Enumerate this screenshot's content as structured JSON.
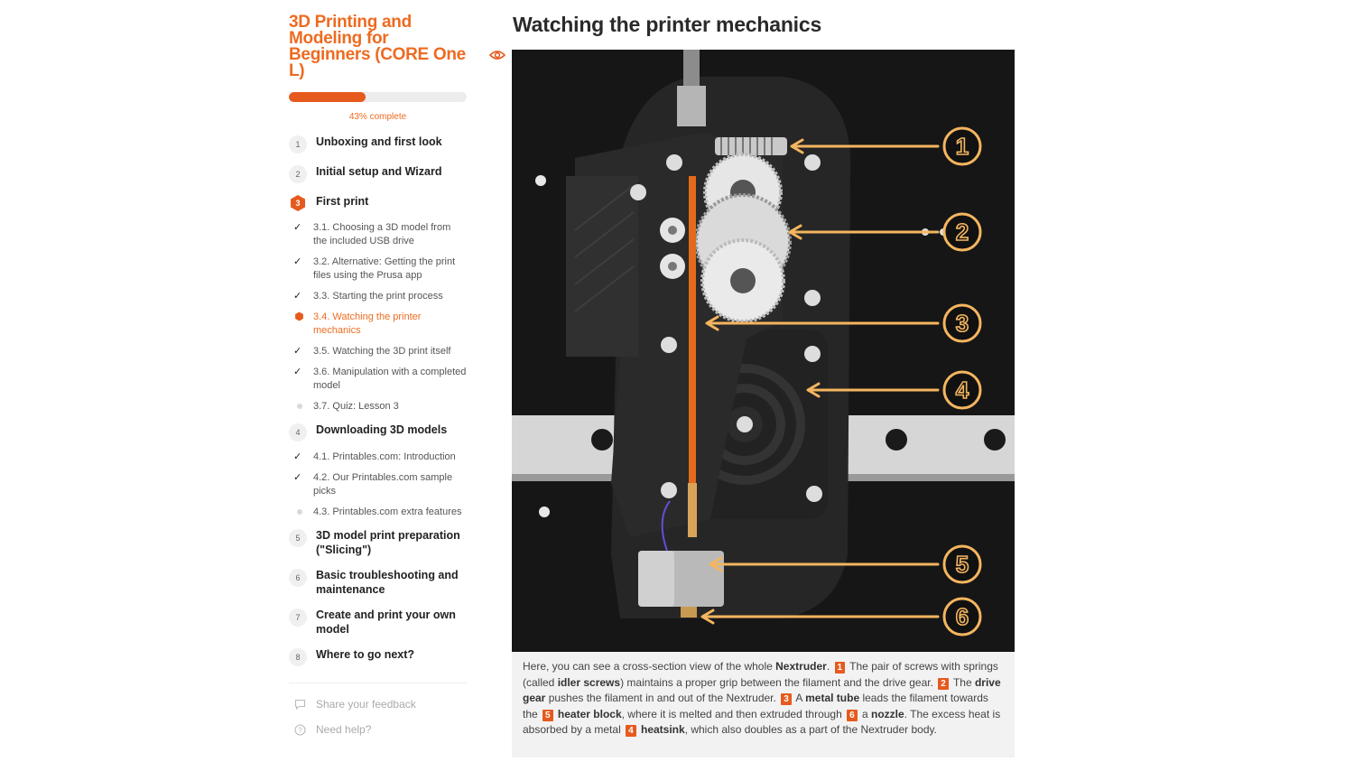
{
  "course": {
    "title": "3D Printing and Modeling for Beginners (CORE One L)",
    "progress_percent": 43,
    "progress_text": "43% complete"
  },
  "toc": {
    "lessons": [
      {
        "num": "1",
        "label": "Unboxing and first look"
      },
      {
        "num": "2",
        "label": "Initial setup and Wizard"
      },
      {
        "num": "3",
        "label": "First print",
        "active": true,
        "subs": [
          {
            "label": "3.1.   Choosing a 3D model from the included USB drive",
            "state": "done"
          },
          {
            "label": "3.2.   Alternative: Getting the print files using the Prusa app",
            "state": "done"
          },
          {
            "label": "3.3.   Starting the print process",
            "state": "done"
          },
          {
            "label": "3.4.   Watching the printer mechanics",
            "state": "current"
          },
          {
            "label": "3.5.   Watching the 3D print itself",
            "state": "done"
          },
          {
            "label": "3.6.   Manipulation with a completed model",
            "state": "done"
          },
          {
            "label": "3.7.   Quiz: Lesson 3",
            "state": "todo"
          }
        ]
      },
      {
        "num": "4",
        "label": "Downloading 3D models",
        "subs": [
          {
            "label": "4.1.   Printables.com: Introduction",
            "state": "done"
          },
          {
            "label": "4.2.   Our Printables.com sample picks",
            "state": "done"
          },
          {
            "label": "4.3.   Printables.com extra features",
            "state": "todo"
          }
        ]
      },
      {
        "num": "5",
        "label": "3D model print preparation (\"Slicing\")"
      },
      {
        "num": "6",
        "label": "Basic troubleshooting and maintenance"
      },
      {
        "num": "7",
        "label": "Create and print your own model"
      },
      {
        "num": "8",
        "label": "Where to go next?"
      }
    ],
    "feedback_label": "Share your feedback",
    "help_label": "Need help?"
  },
  "main": {
    "title": "Watching the printer mechanics",
    "callouts": [
      "1",
      "2",
      "3",
      "4",
      "5",
      "6"
    ],
    "caption": {
      "p1": "Here, you can see a cross-section view of the whole ",
      "nextruder": "Nextruder",
      "p2": ". ",
      "b1": "1",
      "p3": " The pair of screws with springs (called ",
      "idler": "idler screws",
      "p4": ") maintains a proper grip between the filament and the drive gear. ",
      "b2": "2",
      "p5": " The ",
      "drive_gear": "drive gear",
      "p6": " pushes the filament in and out of the Nextruder. ",
      "b3": "3",
      "p7": " A ",
      "metal_tube": "metal tube",
      "p8": " leads the filament towards the ",
      "b5": "5",
      "heater_block": "heater block",
      "p9": ", where it is melted and then extruded through ",
      "b6": "6",
      "p10": " a ",
      "nozzle": "nozzle",
      "p11": ". The excess heat is absorbed by a metal ",
      "b4": "4",
      "heatsink": "heatsink",
      "p12": ", which also doubles as a part of the Nextruder body."
    }
  },
  "colors": {
    "accent": "#ed6b21",
    "callout": "#f4b55f"
  }
}
